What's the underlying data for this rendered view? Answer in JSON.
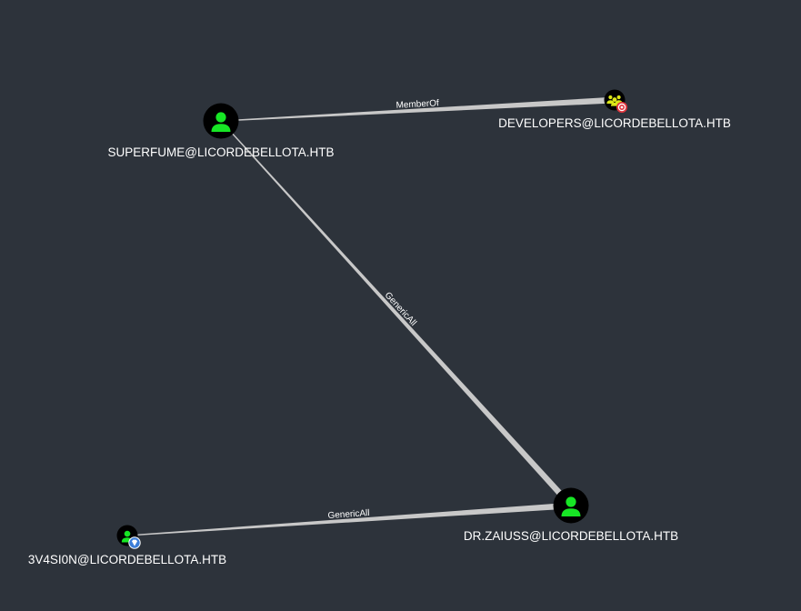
{
  "graph": {
    "nodes": [
      {
        "id": "superfume",
        "label": "SUPERFUME@LICORDEBELLOTA.HTB",
        "type": "user",
        "badge": "none"
      },
      {
        "id": "developers",
        "label": "DEVELOPERS@LICORDEBELLOTA.HTB",
        "type": "group",
        "badge": "target"
      },
      {
        "id": "drzaiuss",
        "label": "DR.ZAIUSS@LICORDEBELLOTA.HTB",
        "type": "user",
        "badge": "none"
      },
      {
        "id": "3v4si0n",
        "label": "3V4SI0N@LICORDEBELLOTA.HTB",
        "type": "user",
        "badge": "owned"
      }
    ],
    "edges": [
      {
        "id": "e1",
        "source": "superfume",
        "target": "developers",
        "label": "MemberOf"
      },
      {
        "id": "e2",
        "source": "superfume",
        "target": "drzaiuss",
        "label": "GenericAll"
      },
      {
        "id": "e3",
        "source": "3v4si0n",
        "target": "drzaiuss",
        "label": "GenericAll"
      }
    ]
  },
  "colors": {
    "background": "#2d333b",
    "user_icon": "#17e625",
    "group_icon": "#dbe617",
    "node_circle": "#000000",
    "edge": "#c8c8c8",
    "target_badge": "#e0343c",
    "owned_badge": "#3b7dd8",
    "label": "#ffffff"
  },
  "icons": {
    "user": "user-icon",
    "group": "users-icon",
    "target": "crosshair-icon",
    "owned": "gem-icon"
  }
}
